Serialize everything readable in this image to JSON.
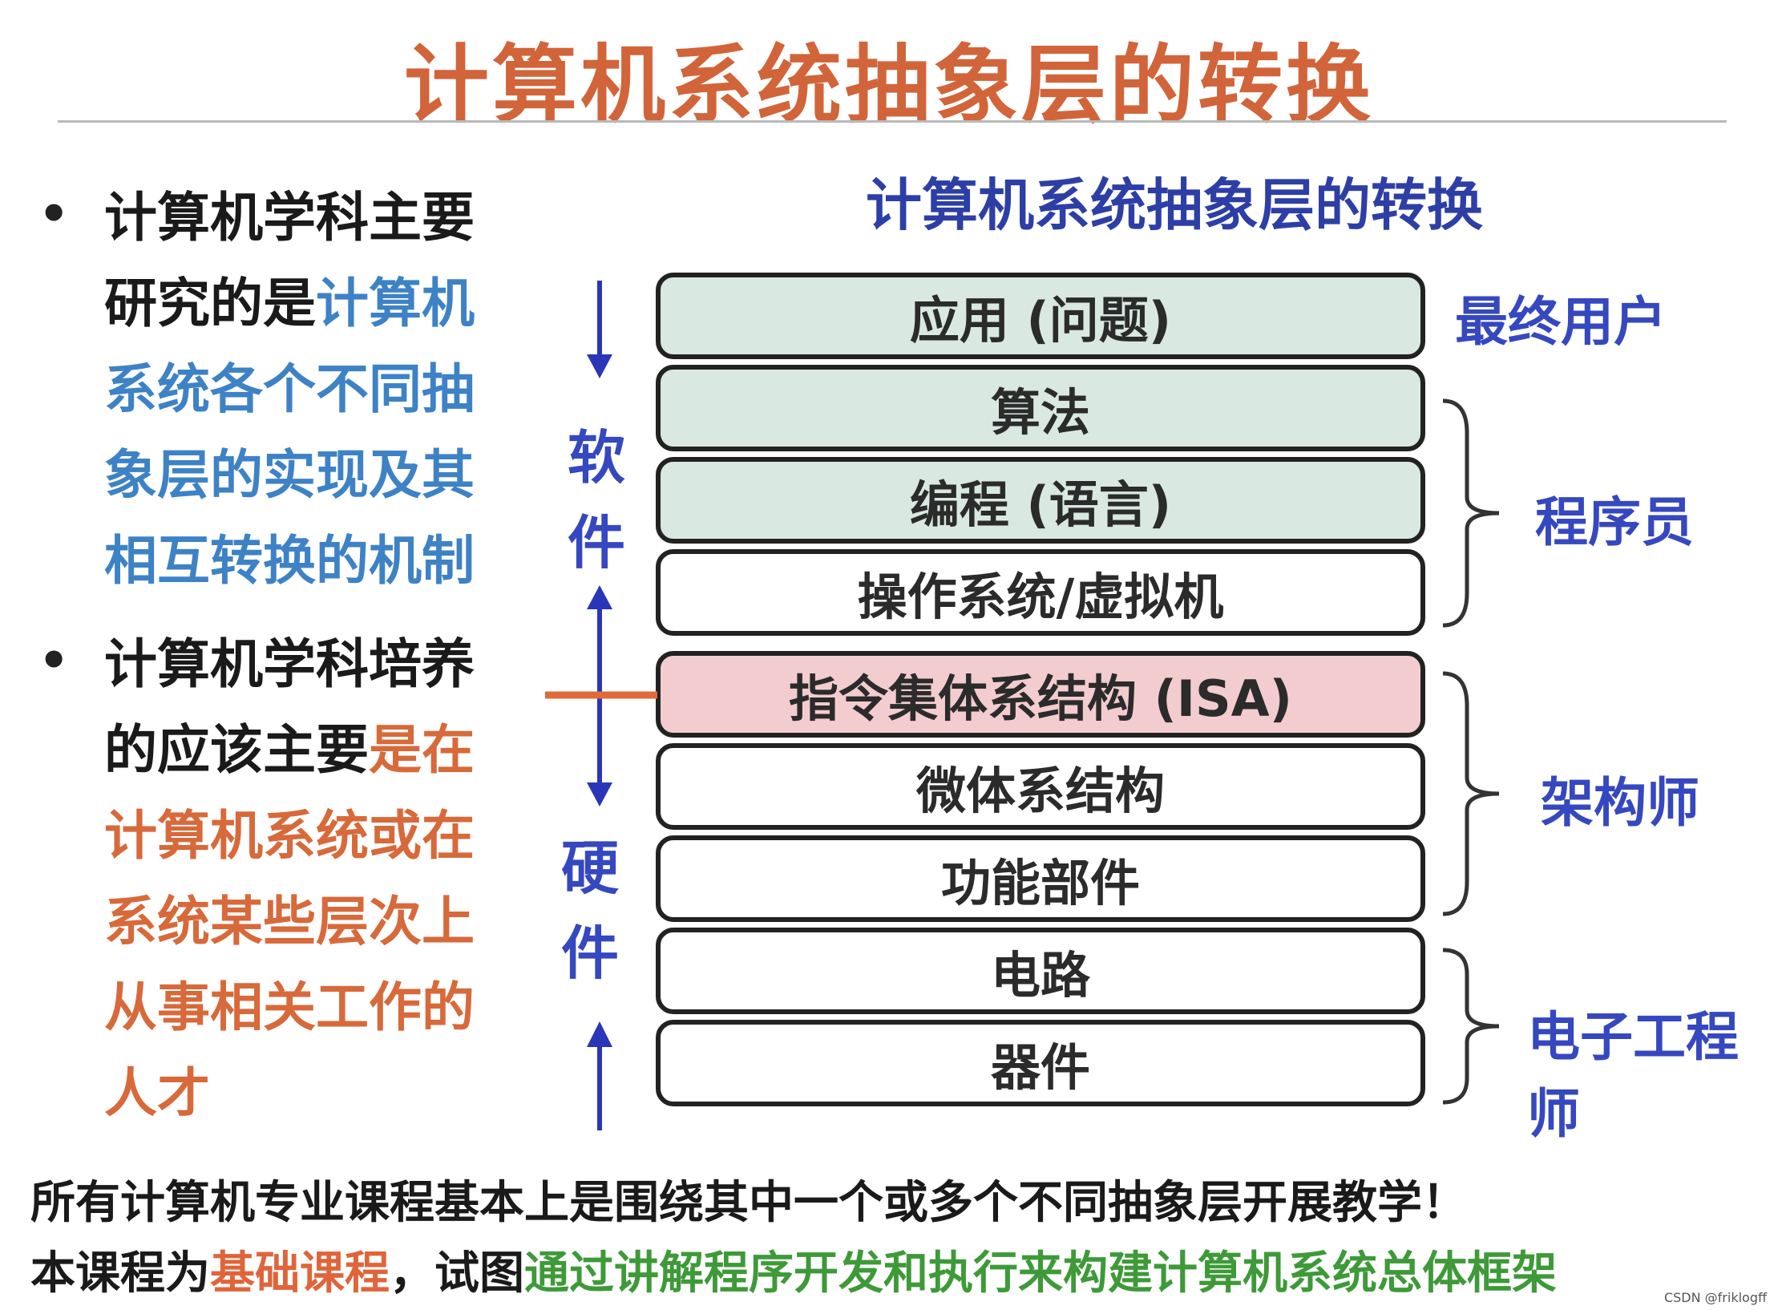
{
  "title": "计算机系统抽象层的转换",
  "bullets": [
    {
      "dot": "•",
      "lines": [
        [
          {
            "text": "计算机学科主要",
            "color": "black"
          }
        ],
        [
          {
            "text": "研究的是",
            "color": "black"
          },
          {
            "text": "计算机",
            "color": "blue"
          }
        ],
        [
          {
            "text": "系统各个不同抽",
            "color": "blue"
          }
        ],
        [
          {
            "text": "象层的实现及其",
            "color": "blue"
          }
        ],
        [
          {
            "text": "相互转换的机制",
            "color": "blue"
          }
        ]
      ]
    },
    {
      "dot": "•",
      "lines": [
        [
          {
            "text": "计算机学科培养",
            "color": "black"
          }
        ],
        [
          {
            "text": "的应该主要",
            "color": "black"
          },
          {
            "text": "是在",
            "color": "orange"
          }
        ],
        [
          {
            "text": "计算机系统或在",
            "color": "orange"
          }
        ],
        [
          {
            "text": "系统某些层次上",
            "color": "orange"
          }
        ],
        [
          {
            "text": "从事相关工作的",
            "color": "orange"
          }
        ],
        [
          {
            "text": "人才",
            "color": "orange"
          }
        ]
      ]
    }
  ],
  "diagram": {
    "title": "计算机系统抽象层的转换",
    "software_label": [
      "软",
      "件"
    ],
    "hardware_label": [
      "硬",
      "件"
    ],
    "layers": [
      {
        "label": "应用 (问题)",
        "fill": "#d9e8e0"
      },
      {
        "label": "算法",
        "fill": "#d9e8e0"
      },
      {
        "label": "编程 (语言)",
        "fill": "#d9e8e0"
      },
      {
        "label": "操作系统/虚拟机",
        "fill": "#ffffff"
      },
      {
        "label": "指令集体系结构 (ISA)",
        "fill": "#f3ccd0"
      },
      {
        "label": "微体系结构",
        "fill": "#ffffff"
      },
      {
        "label": "功能部件",
        "fill": "#ffffff"
      },
      {
        "label": "电路",
        "fill": "#ffffff"
      },
      {
        "label": "器件",
        "fill": "#ffffff"
      }
    ],
    "roles": {
      "end_user": "最终用户",
      "programmer": "程序员",
      "architect": "架构师",
      "electronic_engineer": "电子工程师"
    },
    "colors": {
      "arrow": "#2a36b8",
      "isa_marker": "#e06a3a",
      "role": "#3548c0"
    }
  },
  "footer": {
    "line1": "所有计算机专业课程基本上是围绕其中一个或多个不同抽象层开展教学！",
    "line2": [
      {
        "text": "本课程为",
        "color": "black"
      },
      {
        "text": "基础课程",
        "color": "orange"
      },
      {
        "text": "，试图",
        "color": "black"
      },
      {
        "text": "通过讲解程序开发和执行来构建计算机系统总体框架",
        "color": "green"
      }
    ]
  },
  "watermark": "CSDN @friklogff"
}
